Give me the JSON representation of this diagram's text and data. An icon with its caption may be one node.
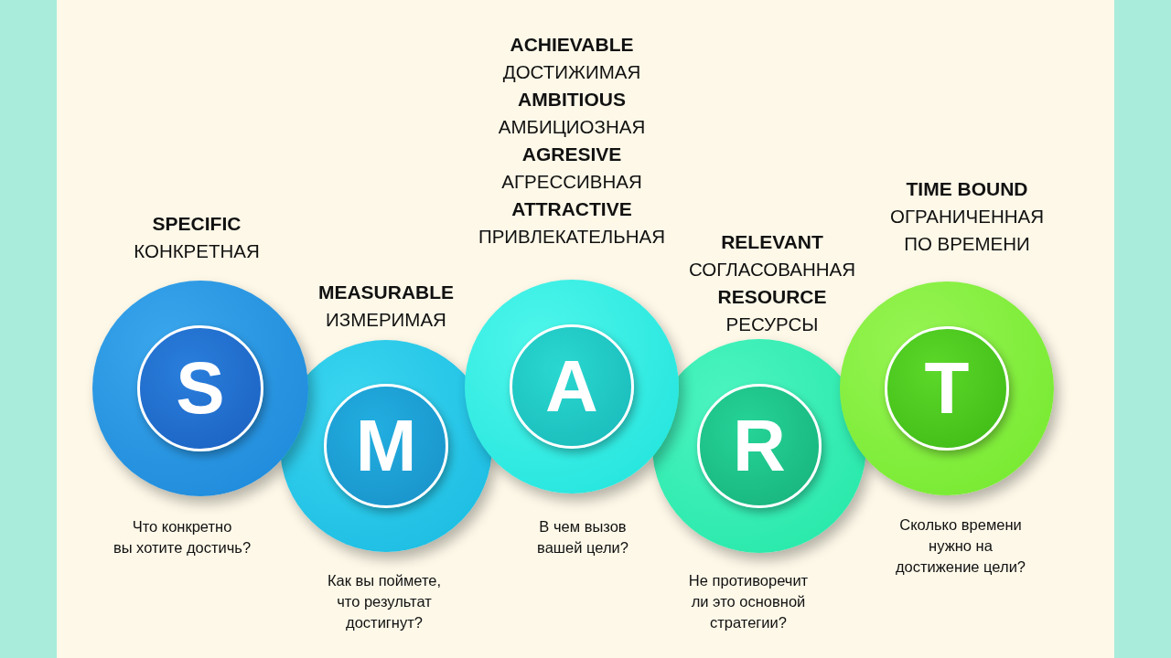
{
  "diagram": {
    "nodes": [
      {
        "text": [
          "S"
        ],
        "beside": [
          "SPECIFIC",
          "КОНКРЕТНАЯ",
          "Что конкретно вы хотите достичь?"
        ]
      },
      {
        "text": [
          "M"
        ],
        "beside": [
          "MEASURABLE",
          "ИЗМЕРИМАЯ",
          "Как вы поймете, что результат достигнут?"
        ]
      },
      {
        "text": [
          "A"
        ],
        "beside": [
          "ACHIEVABLE",
          "ДОСТИЖИМАЯ",
          "AMBITIOUS",
          "АМБИЦИОЗНАЯ",
          "AGRESIVE",
          "АГРЕССИВНАЯ",
          "ATTRACTIVE",
          "ПРИВЛЕКАТЕЛЬНАЯ",
          "В чем вызов вашей цели?"
        ]
      },
      {
        "text": [
          "R"
        ],
        "beside": [
          "RELEVANT",
          "СОГЛАСОВАННАЯ",
          "RESOURCE",
          "РЕСУРСЫ",
          "Не противоречит ли это основной стратегии?"
        ]
      },
      {
        "text": [
          "T"
        ],
        "beside": [
          "TIME BOUND",
          "ОГРАНИЧЕННАЯ ПО ВРЕМЕНИ",
          "Сколько времени нужно на достижение цели?"
        ]
      }
    ]
  }
}
